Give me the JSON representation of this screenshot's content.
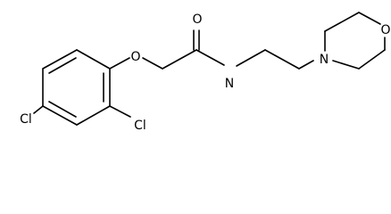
{
  "structure": {
    "atoms": {
      "cl_para": "Cl",
      "cl_ortho": "Cl",
      "ether_oxygen": "O",
      "carbonyl_oxygen": "O",
      "amide_nitrogen": "N",
      "morpholine_nitrogen": "N",
      "morpholine_oxygen": "O"
    }
  }
}
